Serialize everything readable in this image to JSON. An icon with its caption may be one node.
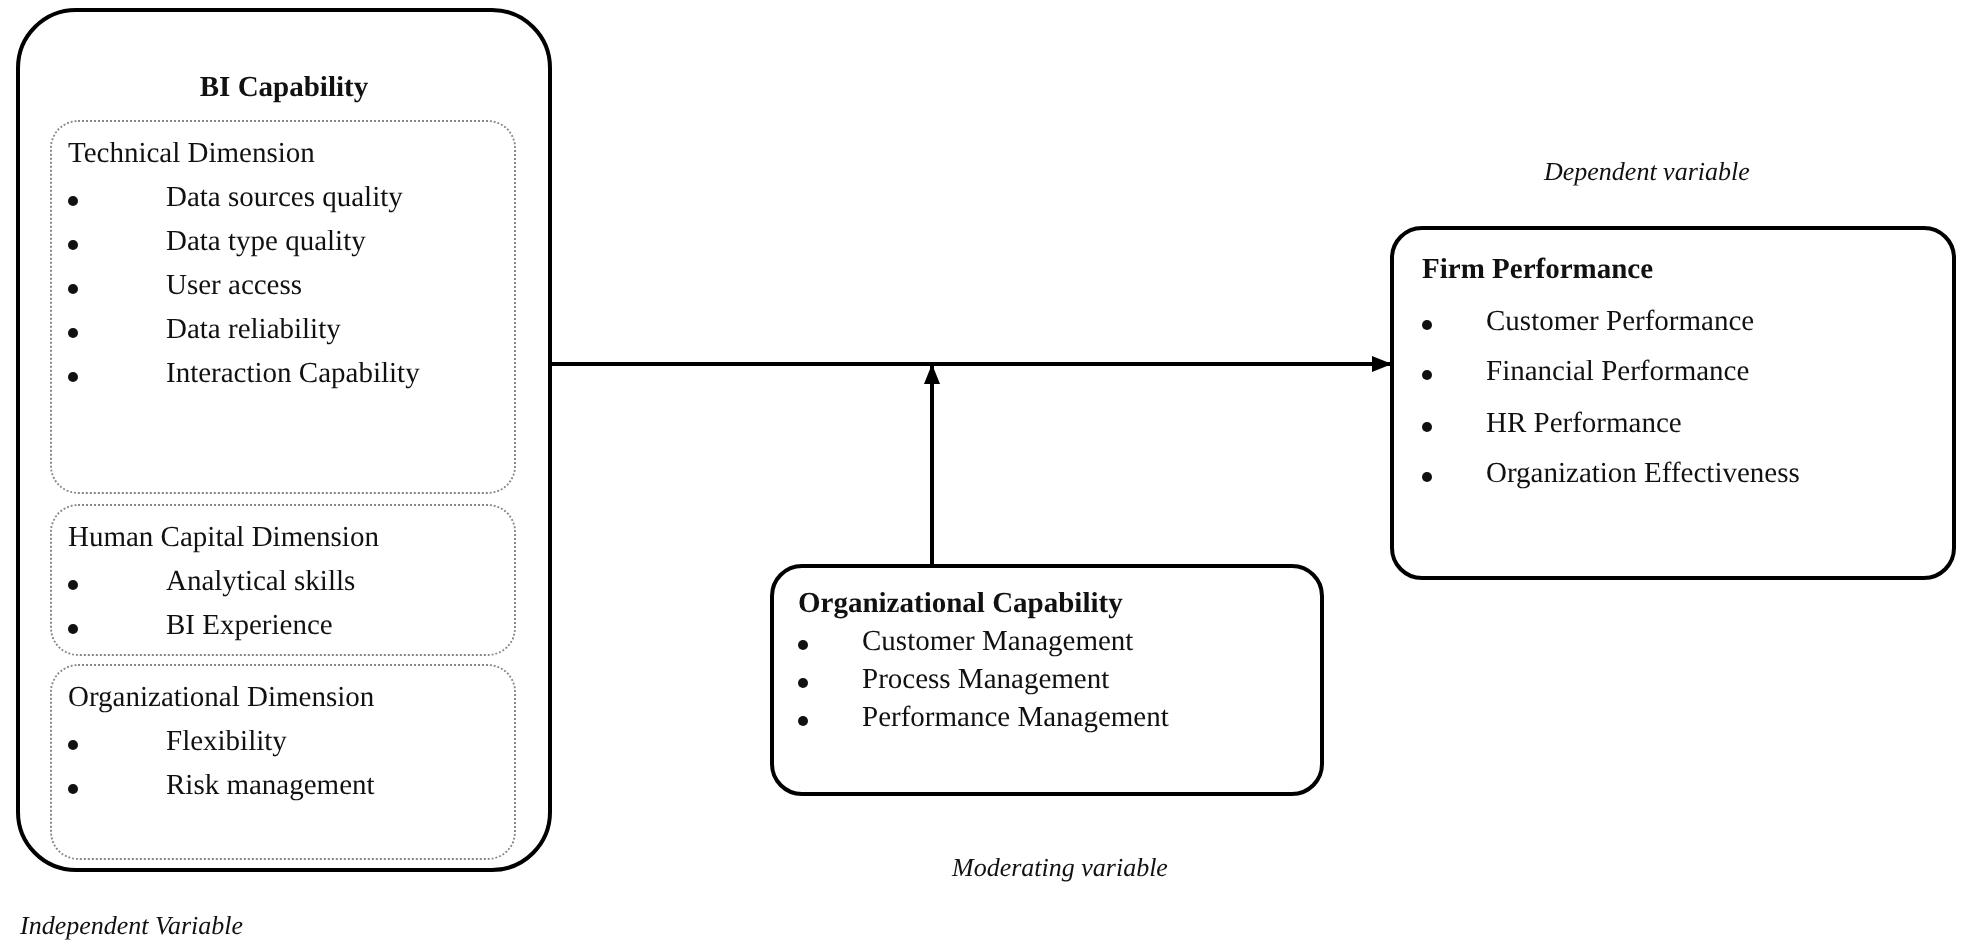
{
  "diagram": {
    "nodes": [
      {
        "text": [
          "BI Capability"
        ],
        "beside": [
          "Independent Variable"
        ]
      },
      {
        "text": [
          "Technical Dimension",
          "Data sources quality",
          "Data type quality",
          "User access",
          "Data reliability",
          "Interaction Capability"
        ],
        "in": 0
      },
      {
        "text": [
          "Human Capital Dimension",
          "Analytical skills",
          "BI Experience"
        ],
        "in": 0
      },
      {
        "text": [
          "Organizational Dimension",
          "Flexibility",
          "Risk management"
        ],
        "in": 0
      },
      {
        "text": [
          "Firm Performance",
          "Customer Performance",
          "Financial Performance",
          "HR Performance",
          "Organization Effectiveness"
        ],
        "beside": [
          "Dependent variable"
        ]
      },
      {
        "text": [
          "Organizational Capability",
          "Customer Management",
          "Process Management",
          "Performance Management"
        ],
        "beside": [
          "Moderating variable"
        ]
      }
    ],
    "edges": [
      {
        "from": 0,
        "to": 4,
        "arrow": "to"
      },
      {
        "from": 5,
        "to": null,
        "arrow": "to"
      }
    ]
  }
}
